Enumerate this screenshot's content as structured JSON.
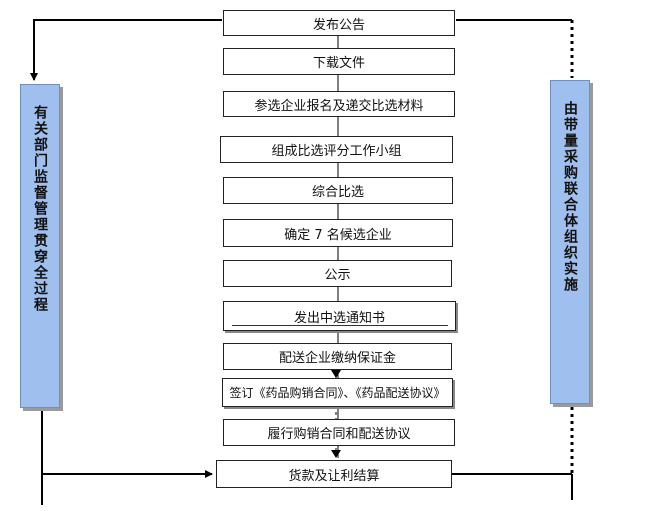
{
  "steps": [
    {
      "label": "发布公告"
    },
    {
      "label": "下载文件"
    },
    {
      "label": "参选企业报名及递交比选材料"
    },
    {
      "label": "组成比选评分工作小组"
    },
    {
      "label": "综合比选"
    },
    {
      "label": "确定 7 名候选企业"
    },
    {
      "label": "公示"
    },
    {
      "label": "发出中选通知书"
    },
    {
      "label": "配送企业缴纳保证金"
    },
    {
      "label": "签订《药品购销合同》、《药品配送协议》"
    },
    {
      "label": "履行购销合同和配送协议"
    },
    {
      "label": "货款及让利结算"
    }
  ],
  "left_panel": {
    "label": "有关部门监督管理贯穿全过程"
  },
  "right_panel": {
    "label": "由带量采购联合体组织实施"
  },
  "colors": {
    "panel_fill": "#9fc0ee",
    "box_border": "#222222",
    "line": "#000000"
  }
}
